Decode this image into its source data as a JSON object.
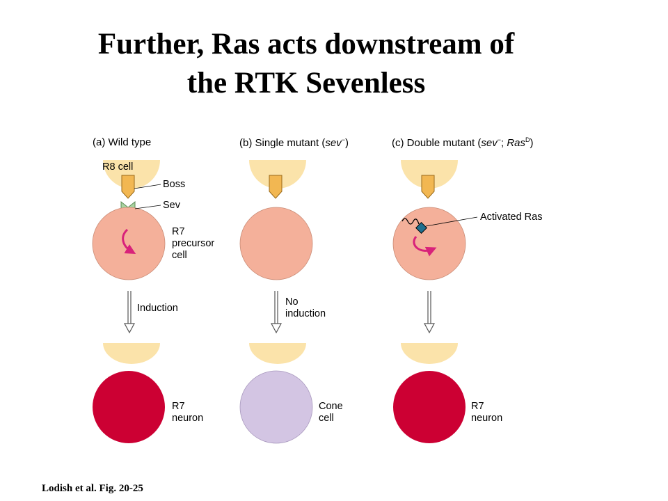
{
  "title": {
    "line1": "Further, Ras acts downstream of",
    "line2": "the RTK Sevenless"
  },
  "panels": [
    {
      "heading_prefix": "(a)  Wild type",
      "heading_italic": "",
      "heading_sup": "",
      "heading_suffix": "",
      "top_labels": [
        "R8 cell",
        "Boss",
        "Sev"
      ],
      "precursor_label": [
        "R7",
        "precursor",
        "cell"
      ],
      "arrow_label": [
        "Induction"
      ],
      "outcome_label": [
        "R7",
        "neuron"
      ]
    },
    {
      "heading_prefix": "(b)  Single mutant (",
      "heading_italic": "sev",
      "heading_sup": "−",
      "heading_suffix": ")",
      "arrow_label": [
        "No",
        "induction"
      ],
      "outcome_label": [
        "Cone",
        "cell"
      ]
    },
    {
      "heading_prefix": "(c)  Double mutant (",
      "heading_italic": "sev",
      "heading_sup": "−",
      "heading_mid": "; ",
      "heading_italic2": "Ras",
      "heading_sup2": "D",
      "heading_suffix": ")",
      "ras_label": "Activated Ras",
      "outcome_label": [
        "R7",
        "neuron"
      ]
    }
  ],
  "colors": {
    "r8_cell": "#fbe3aa",
    "boss": "#f2b752",
    "sev": "#a9d3a0",
    "precursor": "#f4b09a",
    "neuron": "#cc0033",
    "cone": "#d3c5e3",
    "magenta_arrow": "#d8227a",
    "ras": "#1f6f8f"
  },
  "citation": "Lodish et al. Fig. 20-25"
}
